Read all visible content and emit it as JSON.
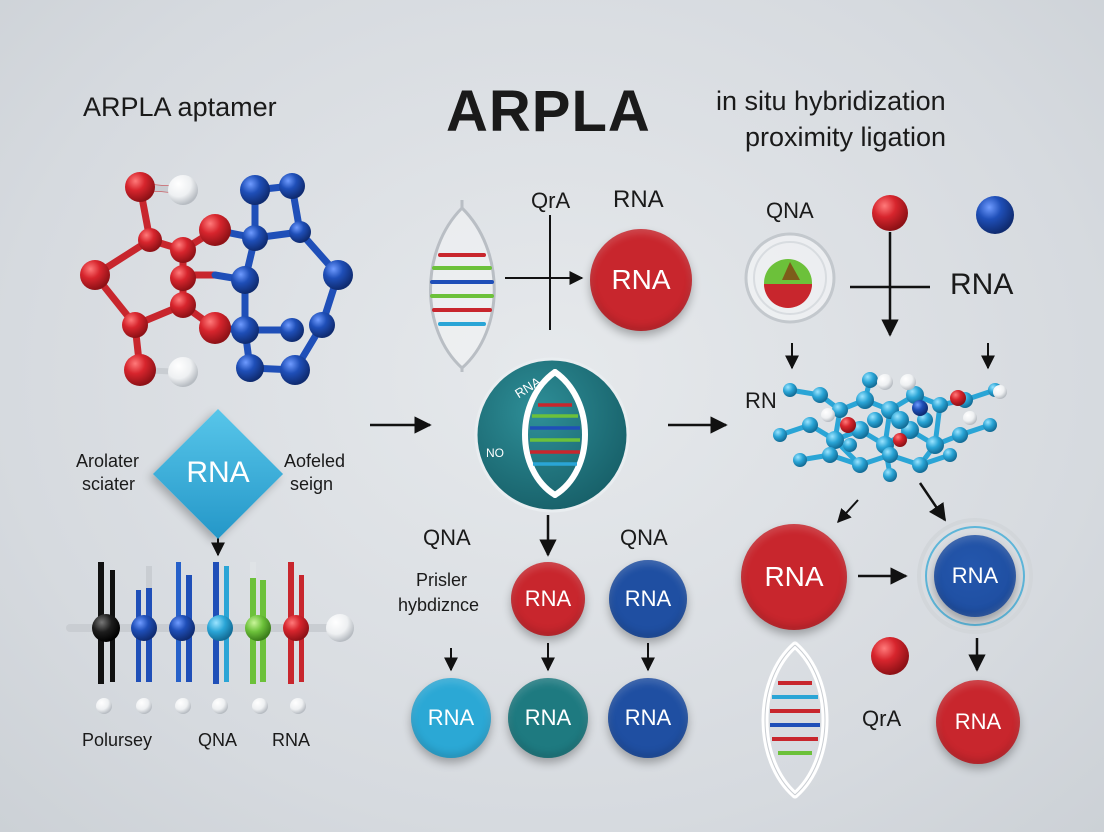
{
  "titles": {
    "left": "ARPLA aptamer",
    "center": "ARPLA",
    "right_line1": "in situ hybridization",
    "right_line2": "proximity ligation"
  },
  "labels": {
    "qra_top": "QrA",
    "rna_top": "RNA",
    "qna_right_top": "QNA",
    "rna_right_top": "RNA",
    "rn_right": "RN",
    "arolater_line1": "Arolater",
    "arolater_line2": "sciater",
    "aofeled_line1": "Aofeled",
    "aofeled_line2": "seign",
    "prisler_line1": "Prisler",
    "prisler_line2": "hybdiznce",
    "qna_mid_left": "QNA",
    "qna_mid_right": "QNA",
    "qra_bottom_right": "QrA",
    "polursey": "Polursey",
    "qna_bottom": "QNA",
    "rna_bottom": "RNA",
    "helix_rna": "RNA",
    "helix_no": "NO"
  },
  "nodes": {
    "diamond": "RNA",
    "top_red": "RNA",
    "mid_red": "RNA",
    "mid_blue": "RNA",
    "bottom_light": "RNA",
    "bottom_teal": "RNA",
    "bottom_blue": "RNA",
    "right_red_big": "RNA",
    "right_ring": "RNA",
    "right_red_bottom": "RNA"
  },
  "colors": {
    "red": "#c8262d",
    "dark_blue": "#1f4fa2",
    "teal": "#1e7a80",
    "light_blue": "#2ba8d5",
    "green": "#6cc13a"
  }
}
